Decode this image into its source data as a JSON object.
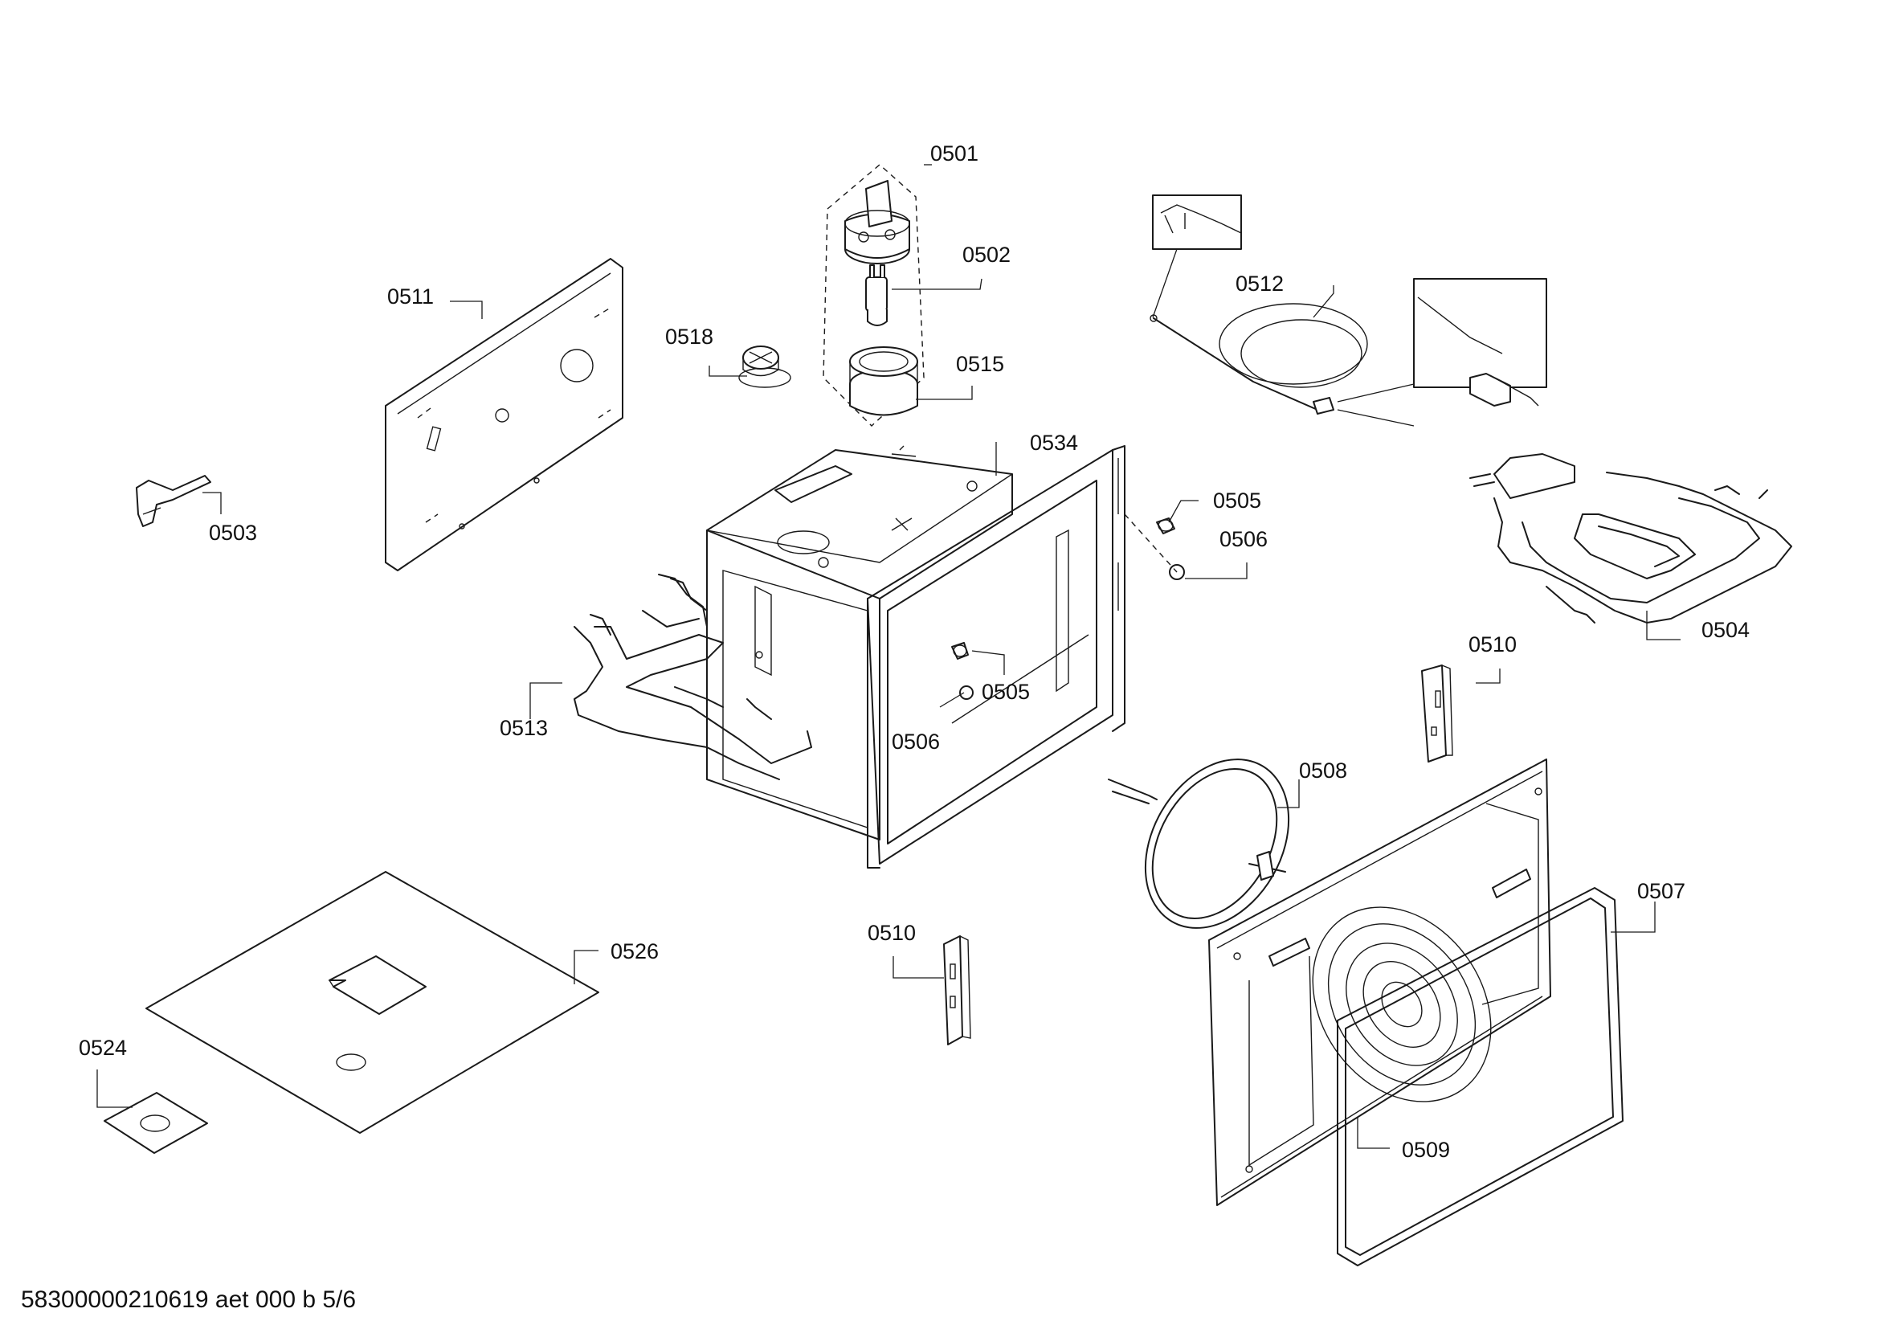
{
  "document": {
    "footer_text": "58300000210619 aet 000 b 5/6"
  },
  "callouts": [
    {
      "id": "c0501",
      "text": "0501"
    },
    {
      "id": "c0502",
      "text": "0502"
    },
    {
      "id": "c0515",
      "text": "0515"
    },
    {
      "id": "c0518",
      "text": "0518"
    },
    {
      "id": "c0511",
      "text": "0511"
    },
    {
      "id": "c0503",
      "text": "0503"
    },
    {
      "id": "c0512",
      "text": "0512"
    },
    {
      "id": "c0534",
      "text": "0534"
    },
    {
      "id": "c0505a",
      "text": "0505"
    },
    {
      "id": "c0506a",
      "text": "0506"
    },
    {
      "id": "c0504",
      "text": "0504"
    },
    {
      "id": "c0510a",
      "text": "0510"
    },
    {
      "id": "c0513",
      "text": "0513"
    },
    {
      "id": "c0505b",
      "text": "0505"
    },
    {
      "id": "c0506b",
      "text": "0506"
    },
    {
      "id": "c0508",
      "text": "0508"
    },
    {
      "id": "c0507",
      "text": "0507"
    },
    {
      "id": "c0510b",
      "text": "0510"
    },
    {
      "id": "c0526",
      "text": "0526"
    },
    {
      "id": "c0524",
      "text": "0524"
    },
    {
      "id": "c0509",
      "text": "0509"
    }
  ]
}
